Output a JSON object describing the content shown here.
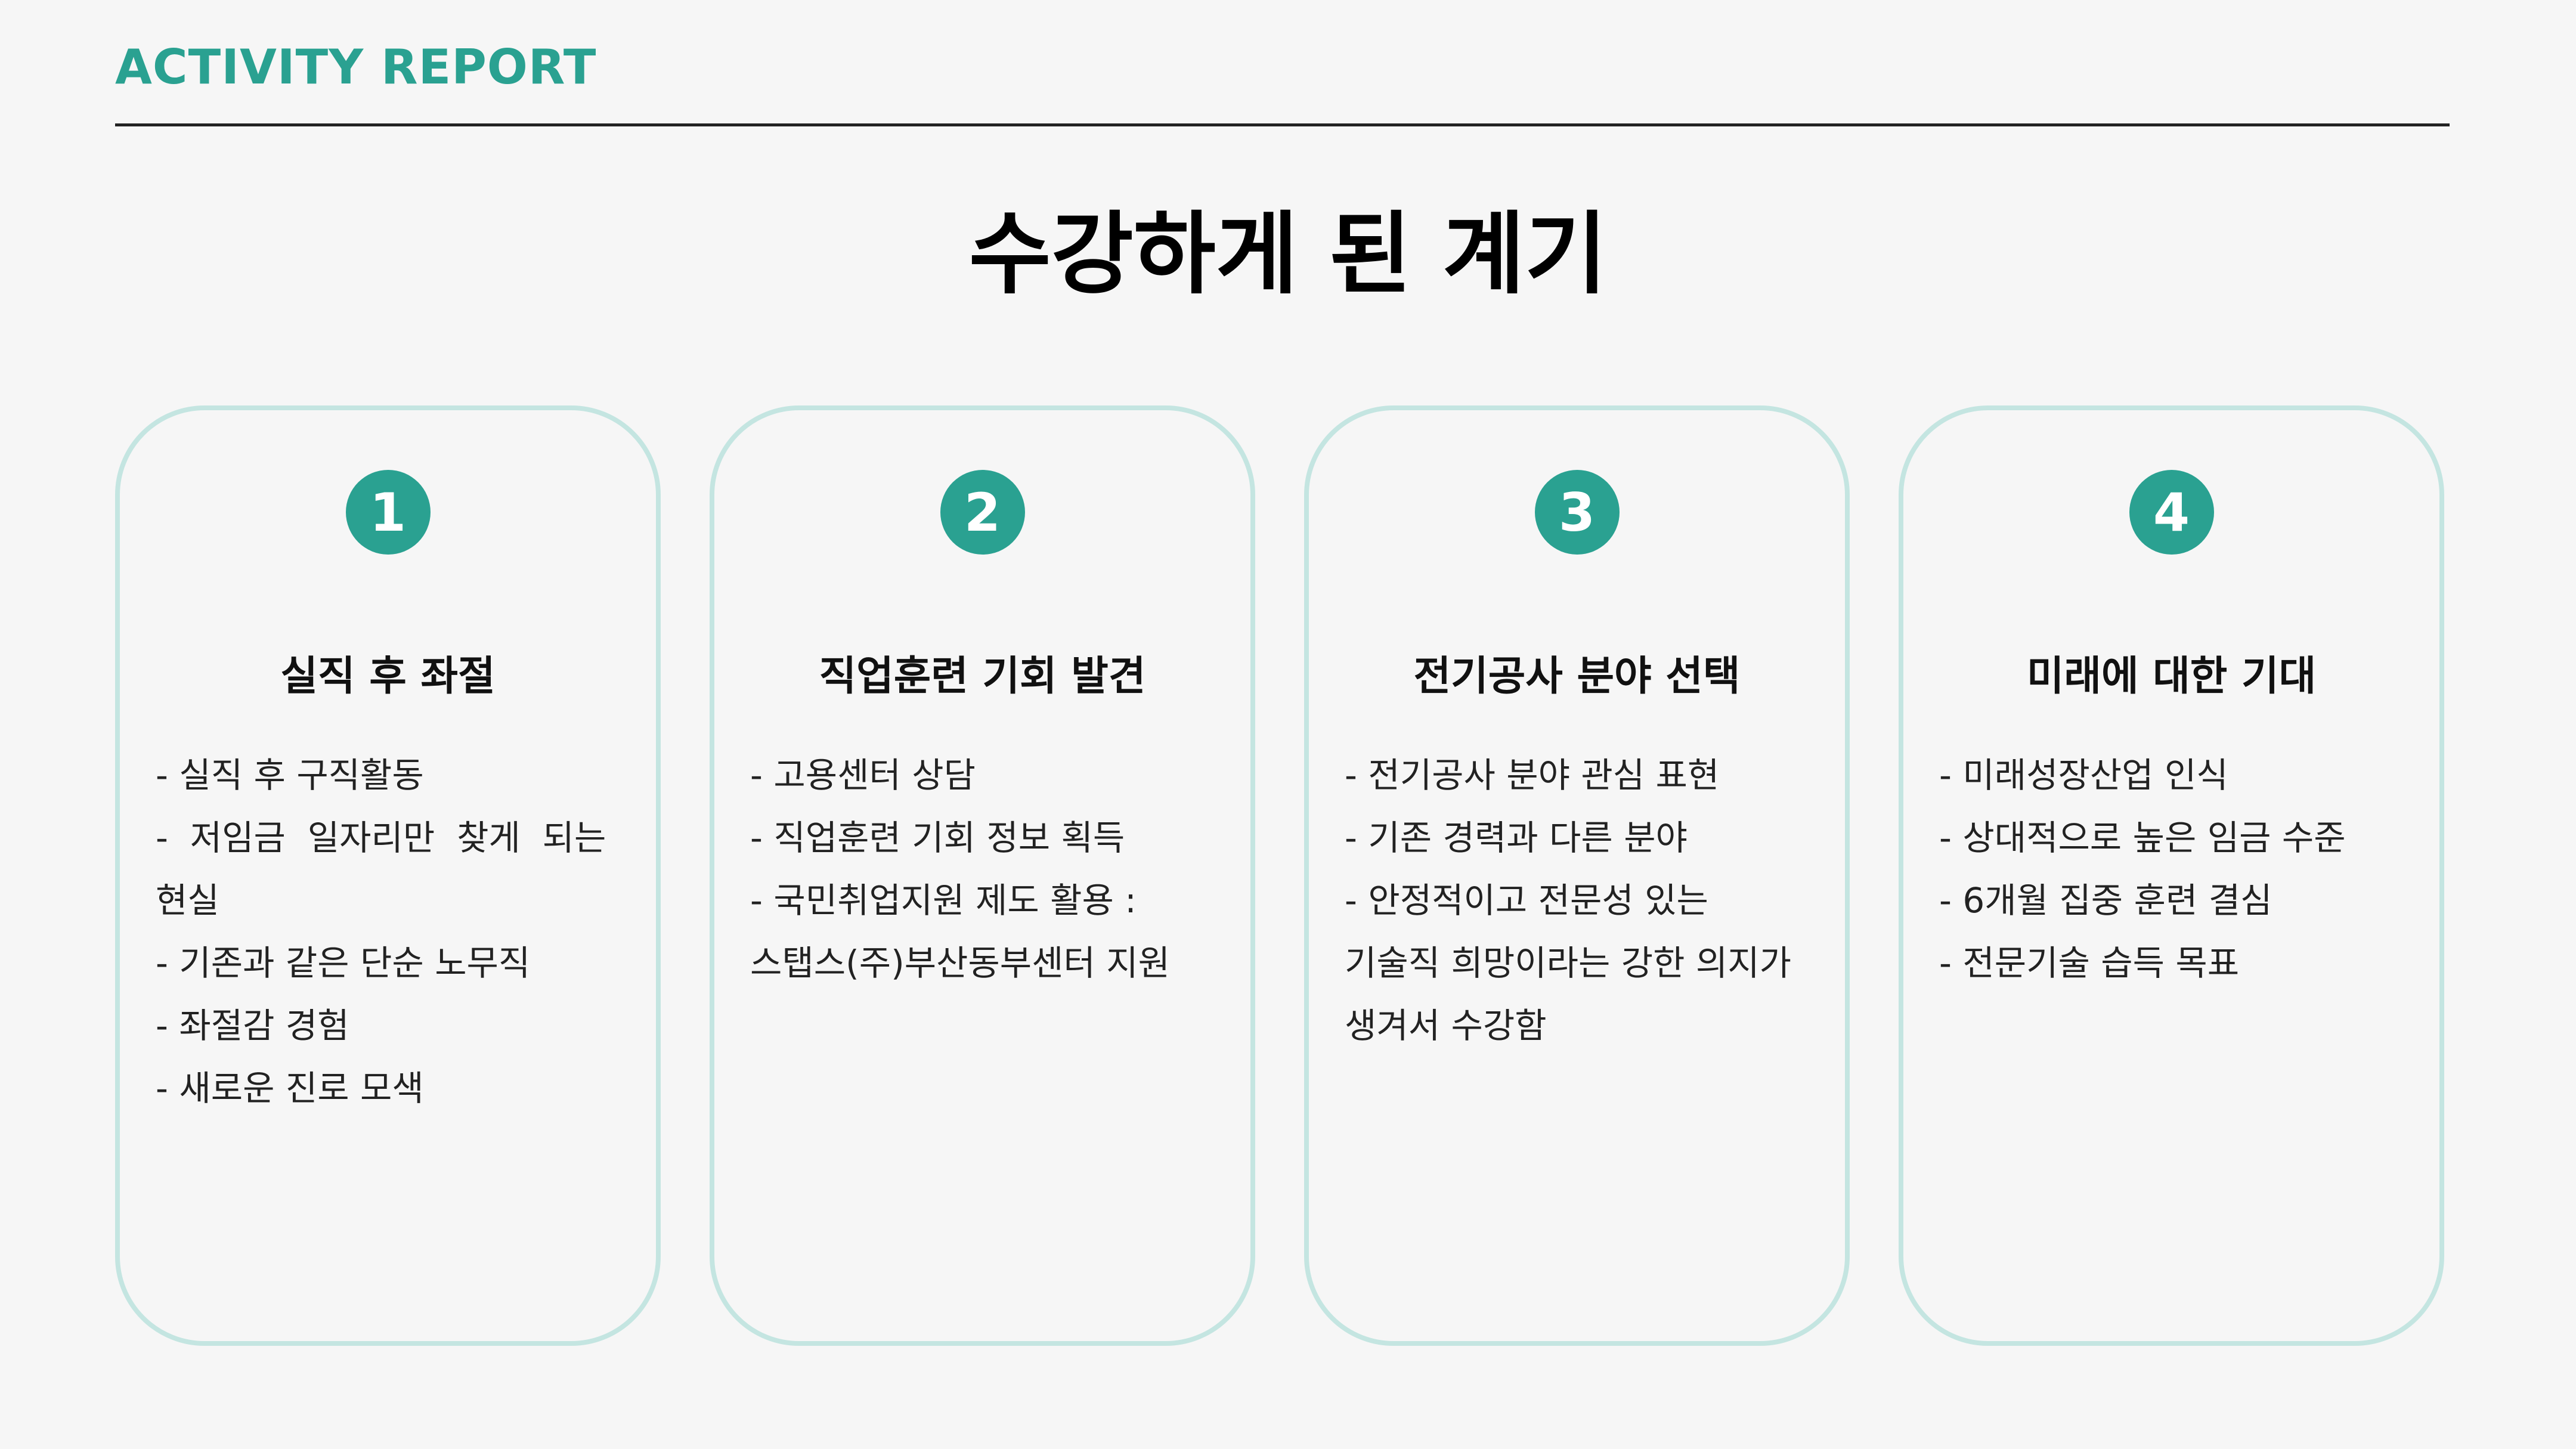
{
  "header": {
    "title": "ACTIVITY REPORT"
  },
  "page": {
    "title": "수강하게 된 계기"
  },
  "theme": {
    "accent": "#2aa191",
    "card_border": "#c4e5e1",
    "background": "#f6f6f6"
  },
  "cards": [
    {
      "number": "1",
      "title": "실직 후 좌절",
      "lines": [
        "- 실직 후 구직활동",
        "-  저임금  일자리만  찾게  되는",
        "현실",
        "- 기존과 같은 단순 노무직",
        "- 좌절감 경험",
        "- 새로운 진로 모색"
      ]
    },
    {
      "number": "2",
      "title": "직업훈련 기회 발견",
      "lines": [
        "- 고용센터 상담",
        "- 직업훈련 기회 정보 획득",
        "- 국민취업지원 제도 활용 :",
        "스탭스(주)부산동부센터 지원"
      ]
    },
    {
      "number": "3",
      "title": "전기공사 분야 선택",
      "lines": [
        "- 전기공사 분야 관심 표현",
        "- 기존 경력과 다른 분야",
        "- 안정적이고 전문성 있는",
        "기술직 희망이라는 강한 의지가",
        "생겨서 수강함"
      ]
    },
    {
      "number": "4",
      "title": "미래에 대한 기대",
      "lines": [
        "- 미래성장산업 인식",
        "- 상대적으로 높은 임금 수준",
        "- 6개월 집중 훈련 결심",
        "- 전문기술 습득 목표"
      ]
    }
  ]
}
